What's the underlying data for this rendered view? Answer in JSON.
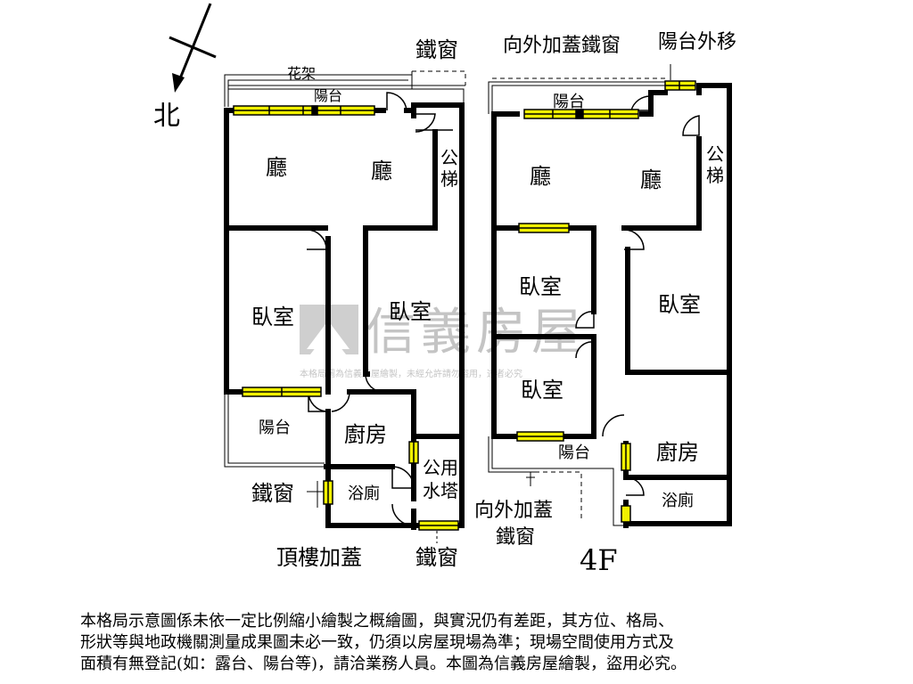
{
  "compass": {
    "north": "北"
  },
  "rooftop": {
    "title": "頂樓加蓋",
    "flower_rack": "花架",
    "balcony_top": "陽台",
    "living_left": "廳",
    "living_right": "廳",
    "stairs": "公\n梯",
    "bedroom_left": "臥室",
    "bedroom_right": "臥室",
    "balcony_bottom": "陽台",
    "kitchen": "廚房",
    "bathroom": "浴廁",
    "water_tower": "公用\n水塔",
    "iron_window_top": "鐵窗",
    "iron_window_left": "鐵窗",
    "iron_window_bottom": "鐵窗"
  },
  "fourth_floor": {
    "title": "4F",
    "outward_iron_window_top": "向外加蓋鐵窗",
    "balcony_moved_out": "陽台外移",
    "balcony_top": "陽台",
    "living_left": "廳",
    "living_right": "廳",
    "stairs": "公\n梯",
    "bedroom_left_top": "臥室",
    "bedroom_right": "臥室",
    "bedroom_left_bottom": "臥室",
    "balcony_bottom": "陽台",
    "kitchen": "廚房",
    "bathroom": "浴廁",
    "outward_iron_window_bottom": "向外加蓋\n鐵窗"
  },
  "watermark": {
    "brand": "信義房屋",
    "notice": "本格局圖為信義房屋繪製，未經允許請勿盜用，違者必究"
  },
  "disclaimer": [
    "本格局示意圖係未依一定比例縮小繪製之概繪圖，與實況仍有差距，其方位、格局、",
    "形狀等與地政機關測量成果圖未必一致，仍須以房屋現場為準；現場空間使用方式及",
    "面積有無登記(如：露台、陽台等)，請洽業務人員。本圖為信義房屋繪製，盜用必究。"
  ],
  "colors": {
    "wall": "#000000",
    "window": "#f0f000"
  }
}
